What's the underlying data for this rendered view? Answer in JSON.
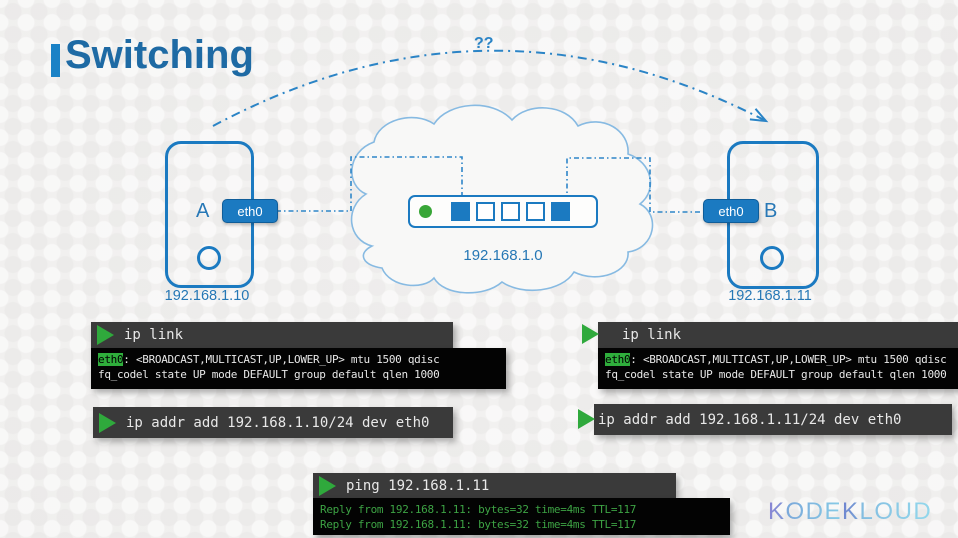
{
  "title": "Switching",
  "question_mark": "??",
  "diagram": {
    "network_label": "192.168.1.0",
    "host_a": {
      "name": "A",
      "interface": "eth0",
      "ip": "192.168.1.10"
    },
    "host_b": {
      "name": "B",
      "interface": "eth0",
      "ip": "192.168.1.11"
    },
    "switch": {
      "led_color": "#38a637",
      "ports": [
        "filled",
        "empty",
        "empty",
        "empty",
        "filled"
      ]
    }
  },
  "terminals": {
    "ip_link_a": {
      "command": "ip link",
      "output_interface": "eth0",
      "output_line1_rest": ": <BROADCAST,MULTICAST,UP,LOWER_UP> mtu 1500 qdisc",
      "output_line2": "fq_codel state UP mode DEFAULT group default qlen 1000"
    },
    "ip_link_b": {
      "command": "ip link",
      "output_interface": "eth0",
      "output_line1_rest": ": <BROADCAST,MULTICAST,UP,LOWER_UP> mtu 1500 qdisc",
      "output_line2": "fq_codel state UP mode DEFAULT group default qlen 1000"
    },
    "ip_addr_a": {
      "command": "ip addr add 192.168.1.10/24 dev eth0"
    },
    "ip_addr_b": {
      "command": "ip addr add 192.168.1.11/24 dev eth0"
    },
    "ping": {
      "command": "ping 192.168.1.11",
      "output_lines": [
        "Reply from 192.168.1.11: bytes=32 time=4ms TTL=117",
        "Reply from 192.168.1.11: bytes=32 time=4ms TTL=117"
      ]
    }
  },
  "colors": {
    "accent": "#1b82c6",
    "title_blue": "#1e6aa4",
    "element_blue": "#1b7ac1",
    "terminal_header": "#3a3a3a",
    "terminal_green": "#2fae3c",
    "ping_text_green": "#3da344"
  },
  "logo": {
    "seg1": "K",
    "seg2": "ODE",
    "seg3": "K",
    "seg4": "LOUD"
  }
}
